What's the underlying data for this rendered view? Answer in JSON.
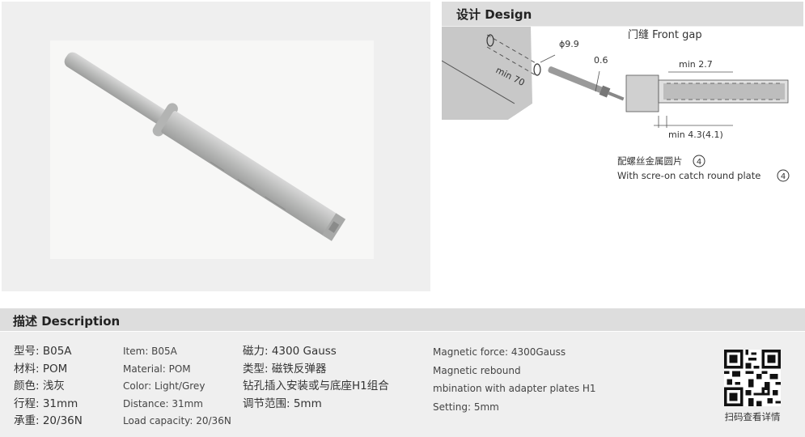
{
  "design": {
    "title": "设计 Design",
    "labels": {
      "front_gap": "门缝 Front gap",
      "min70": "min 70",
      "phi": "ϕ9.9",
      "v06": "0.6",
      "min27": "min 2.7",
      "min43": "min 4.3(4.1)",
      "note_cn": "配螺丝金属圆片",
      "note_en": "With scre-on catch round plate",
      "circ": "4"
    }
  },
  "description": {
    "title": "描述 Description",
    "col1": [
      "型号: B05A",
      "材料: POM",
      "颜色: 浅灰",
      "行程: 31mm",
      "承重: 20/36N"
    ],
    "col2": [
      "Item: B05A",
      "Material: POM",
      "Color: Light/Grey",
      "Distance: 31mm",
      "Load capacity: 20/36N"
    ],
    "col3": [
      "磁力: 4300 Gauss",
      "类型: 磁铁反弹器",
      "钻孔插入安装或与底座H1组合",
      "调节范围: 5mm"
    ],
    "col4": [
      "Magnetic force: 4300Gauss",
      "Magnetic rebound",
      "mbination with adapter plates H1",
      "Setting: 5mm"
    ],
    "qr_label": "扫码查看详情"
  }
}
